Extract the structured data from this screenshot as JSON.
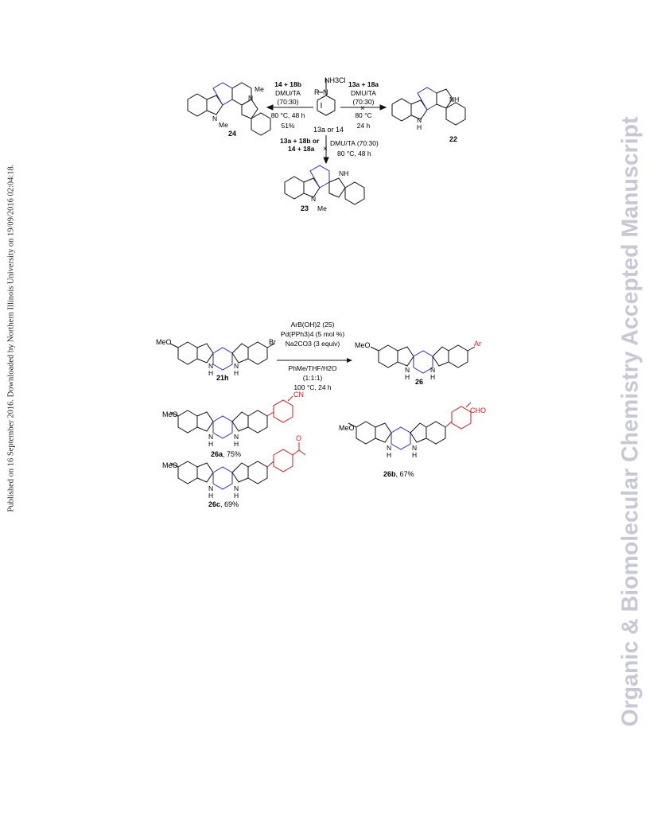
{
  "watermark": {
    "published_note": "Published on 16 September 2016. Downloaded by Northern Illinois University on 19/09/2016 02:04:18.",
    "journal_banner": "Organic & Biomolecular Chemistry Accepted Manuscript"
  },
  "scheme_top": {
    "reagent_R": "R",
    "reagent_N": "N",
    "reagent_NH3Cl": "NH3Cl",
    "reagent_label": "13a or 14",
    "left_arrow": {
      "line1": "14 + 18b",
      "line2": "DMU/TA",
      "line3": "(70:30)",
      "line4": "80 °C, 48 h",
      "line5": "51%"
    },
    "right_arrow": {
      "line1": "13a + 18a",
      "line2": "DMU/TA",
      "line3": "(70:30)",
      "line4": "80 °C",
      "line5": "24 h"
    },
    "down_arrow": {
      "line1": "13a + 18b or",
      "line2": "14 + 18a",
      "line3": "DMU/TA (70:30)",
      "line4": "80 °C, 48 h"
    },
    "cross_mark": "×",
    "product_24": {
      "label": "24",
      "me_top": "Me",
      "me_bottom": "Me",
      "n_top": "N",
      "n_bottom": "N"
    },
    "product_22": {
      "label": "22",
      "nh_top": "NH",
      "n_bottom": "N",
      "h_bottom": "H"
    },
    "product_23": {
      "label": "23",
      "nh_top": "NH",
      "n_bottom": "N",
      "me_bottom": "Me"
    }
  },
  "scheme_bottom": {
    "start_label": "21h",
    "start_meo": "MeO",
    "start_br": "Br",
    "nh": "N",
    "h": "H",
    "conditions": {
      "line1": "ArB(OH)2 (25)",
      "line2": "Pd(PPh3)4 (5 mol %)",
      "line3": "Na2CO3 (3 equiv)",
      "line4": "PhMe/THF/H2O",
      "line5": "(1:1:1)",
      "line6": "100 °C, 24 h"
    },
    "product_label": "26",
    "product_meo": "MeO",
    "product_ar": "Ar",
    "products": [
      {
        "name": "26a",
        "yield": ", 75%",
        "substituent": "CN",
        "meo": "MeO"
      },
      {
        "name": "26b",
        "yield": ", 67%",
        "substituent": "CHO",
        "meo": "MeO"
      },
      {
        "name": "26c",
        "yield": ", 69%",
        "substituent": "O",
        "meo": "MeO"
      }
    ]
  },
  "colors": {
    "core_ring": "#2b2bd0",
    "substituent": "#e01818",
    "banner": "#c7c7d5"
  }
}
